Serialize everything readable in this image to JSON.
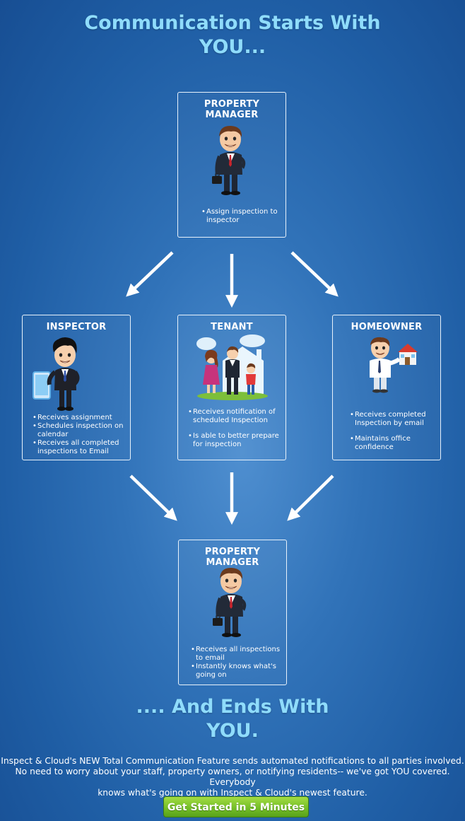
{
  "header": {
    "line1": "Communication Starts With",
    "line2": "YOU..."
  },
  "boxes": {
    "top_manager": {
      "title": "PROPERTY MANAGER",
      "items": [
        "Assign inspection to inspector"
      ]
    },
    "inspector": {
      "title": "INSPECTOR",
      "items": [
        "Receives assignment",
        "Schedules inspection on calendar",
        "Receives all completed inspections to Email"
      ]
    },
    "tenant": {
      "title": "TENANT",
      "items": [
        "Receives notification of scheduled Inspection",
        "Is able to better prepare for inspection"
      ]
    },
    "homeowner": {
      "title": "HOMEOWNER",
      "items": [
        "Receives completed Inspection by email",
        "Maintains office confidence"
      ]
    },
    "bottom_manager": {
      "title": "PROPERTY MANAGER",
      "items": [
        "Receives all inspections to email",
        "Instantly knows what's going on"
      ]
    }
  },
  "footer_heading": {
    "line1": ".... And Ends With",
    "line2": "YOU."
  },
  "description": {
    "line1": "Inspect & Cloud's NEW Total Communication Feature sends automated notifications to all parties involved.",
    "line2": "No need to worry about your staff, property owners, or notifying residents-- we've got YOU covered. Everybody",
    "line3": "knows what's going on with Inspect & Cloud's newest feature."
  },
  "cta": {
    "label": "Get Started in 5 Minutes"
  },
  "colors": {
    "heading": "#8fdcfb",
    "background": "#2a6ab2",
    "cta_green": "#79c22a"
  }
}
